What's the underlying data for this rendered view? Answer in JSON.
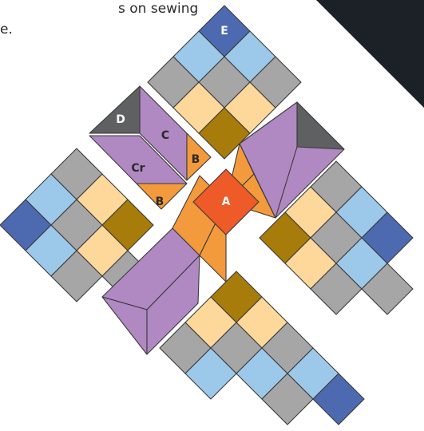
{
  "caption": {
    "line1": "s on sewing",
    "line2": "e."
  },
  "labels": {
    "A": "A",
    "B": "B",
    "C": "C",
    "Cr": "Cr",
    "D": "D",
    "E": "E"
  },
  "colors": {
    "blue_dark": "#4d6ab0",
    "blue_light": "#9cc9ea",
    "gray": "#a6a6a6",
    "yellow_light": "#fdd89a",
    "gold": "#a87c0a",
    "purple": "#b088c2",
    "orange": "#f39a3c",
    "orange_red": "#ee5a28",
    "dark_gray": "#5f6062",
    "background_texture": "#1c2128"
  },
  "icons": {
    "texture_corner": "dark-starry-fabric"
  }
}
